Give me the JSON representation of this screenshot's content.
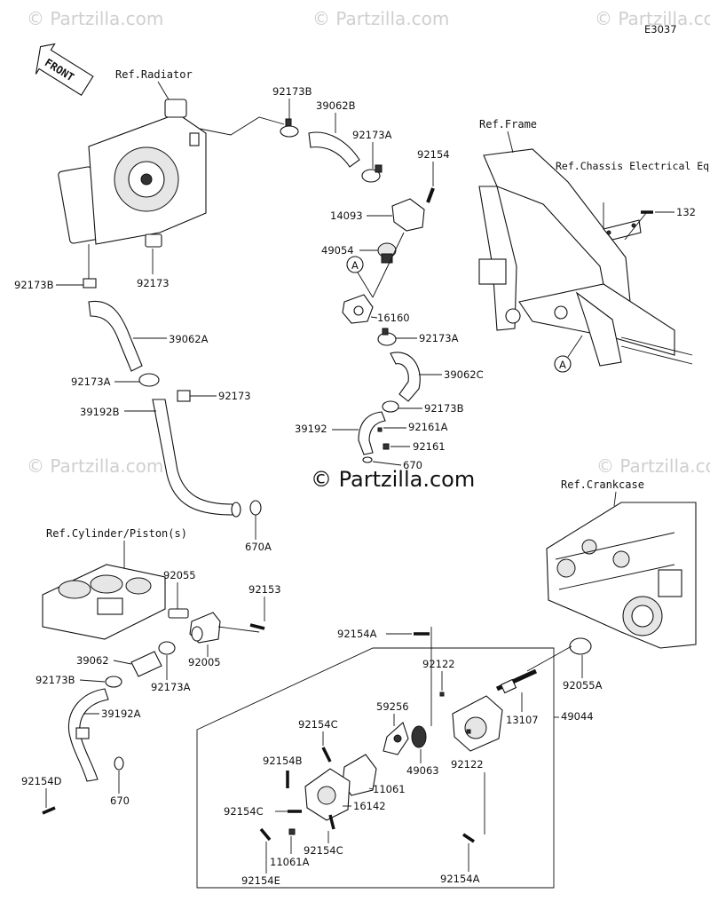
{
  "diagram_code": "E3037",
  "watermark": "© Partzilla.com",
  "front_label": "FRONT",
  "refs": {
    "radiator": "Ref.Radiator",
    "frame": "Ref.Frame",
    "chassis": "Ref.Chassis Electrical Equipment",
    "cylinder": "Ref.Cylinder/Piston(s)",
    "crankcase": "Ref.Crankcase"
  },
  "callout_a": "A",
  "part_labels": [
    "92173B",
    "39062B",
    "92173A",
    "92154",
    "14093",
    "49054",
    "16160",
    "92173A",
    "39062C",
    "92173B",
    "39192",
    "92161A",
    "92161",
    "670",
    "132",
    "92173B",
    "92173",
    "39062A",
    "92173A",
    "92173",
    "39192B",
    "670A",
    "92055",
    "92153",
    "92005",
    "39062",
    "92173B",
    "92173A",
    "39192A",
    "92154D",
    "670",
    "92154A",
    "92122",
    "59256",
    "13107",
    "49044",
    "92055A",
    "92154C",
    "92154B",
    "49063",
    "11061",
    "92122",
    "92154C",
    "16142",
    "92154C",
    "11061A",
    "92154E",
    "92154A"
  ]
}
